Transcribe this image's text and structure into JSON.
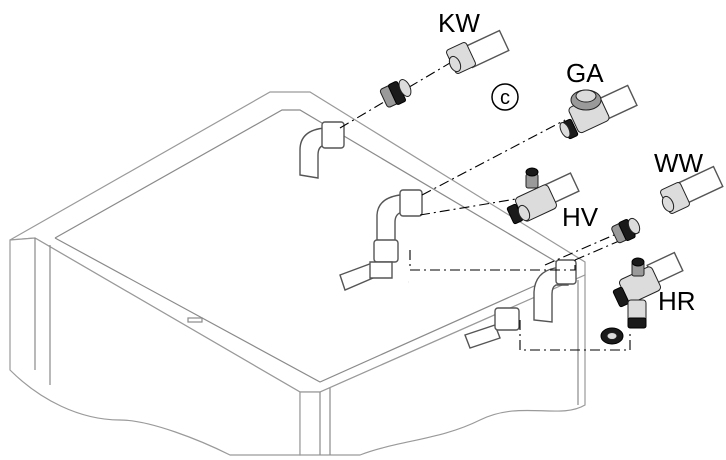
{
  "labels": {
    "kw": "KW",
    "ga": "GA",
    "ww": "WW",
    "hv": "HV",
    "hr": "HR",
    "c": "c"
  }
}
